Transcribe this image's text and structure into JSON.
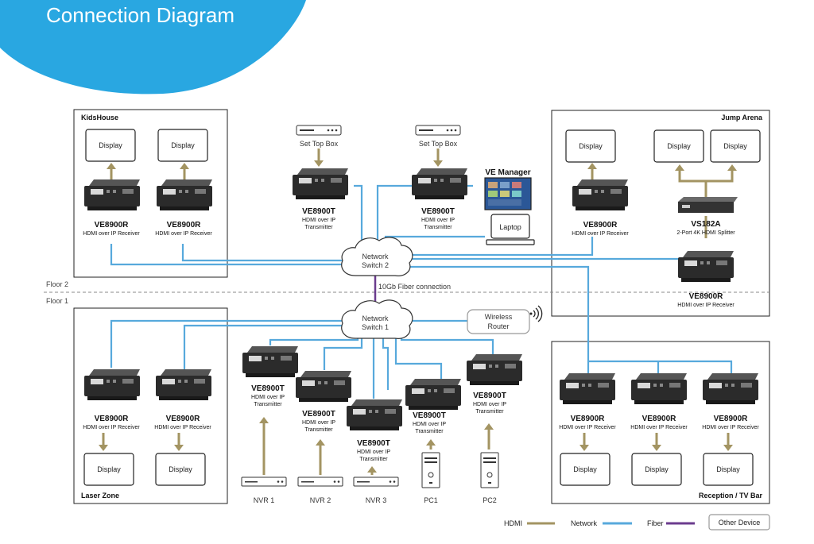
{
  "header": {
    "title": "Connection Diagram",
    "color": "#29a7e1"
  },
  "colors": {
    "hdmi": "#a39462",
    "network": "#57a9dc",
    "fiber": "#6b3c8e"
  },
  "zones": {
    "kidshouse": "KidsHouse",
    "jump_arena": "Jump Arena",
    "laser_zone": "Laser Zone",
    "reception": "Reception / TV Bar"
  },
  "floors": {
    "floor2": "Floor 2",
    "floor1": "Floor 1",
    "fiber_label": "10Gb Fiber connection"
  },
  "labels": {
    "display": "Display",
    "receiver_model": "VE8900R",
    "receiver_desc": "HDMI over IP Receiver",
    "transmitter_model": "VE8900T",
    "transmitter_desc_1": "HDMI over IP",
    "transmitter_desc_2": "Transmitter",
    "set_top_box": "Set Top Box",
    "ve_manager": "VE Manager",
    "laptop": "Laptop",
    "splitter_model": "VS182A",
    "splitter_desc": "2-Port 4K HDMI Splitter",
    "switch_line1": "Network",
    "switch2_line2": "Switch 2",
    "switch1_line2": "Switch 1",
    "router_line1": "Wireless",
    "router_line2": "Router",
    "nvr1": "NVR 1",
    "nvr2": "NVR 2",
    "nvr3": "NVR 3",
    "pc1": "PC1",
    "pc2": "PC2"
  },
  "legend": {
    "hdmi": "HDMI",
    "network": "Network",
    "fiber": "Fiber",
    "other_device": "Other Device"
  }
}
